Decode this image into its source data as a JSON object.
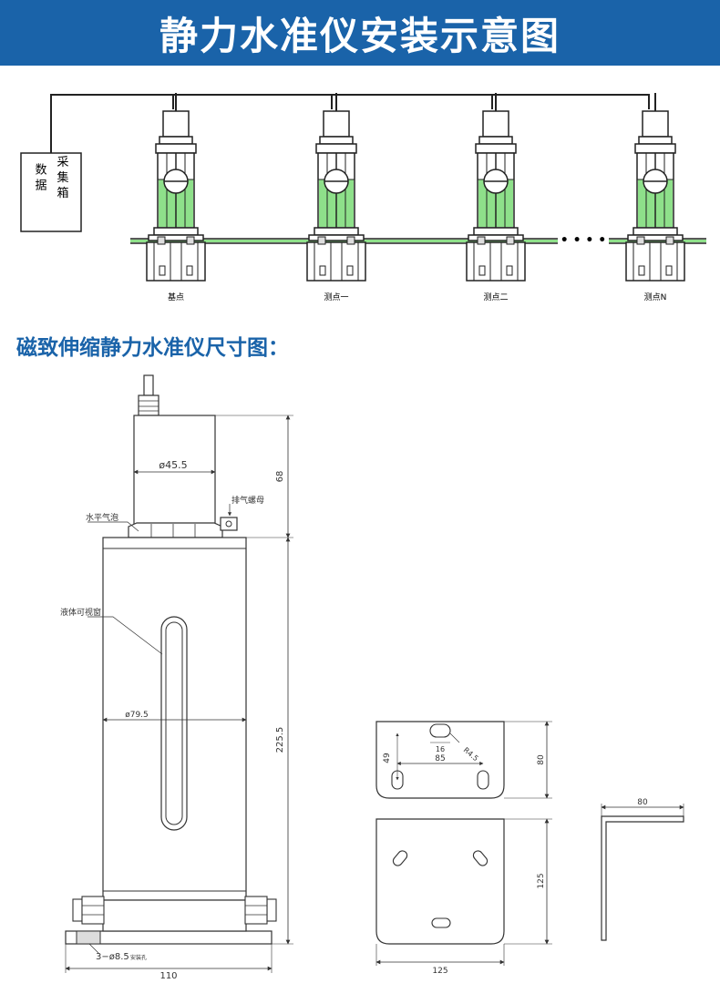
{
  "banner": {
    "title": "静力水准仪安装示意图"
  },
  "install": {
    "collector_label_1": "采集箱",
    "collector_label_2": "数据",
    "points": [
      "基点",
      "测点一",
      "测点二",
      "测点N"
    ],
    "ellipsis": "• • • •"
  },
  "section": {
    "title": "磁致伸缩静力水准仪尺寸图："
  },
  "sensor": {
    "head_diameter": "ø45.5",
    "head_height": "68",
    "vent_nut": "排气螺母",
    "level_bubble": "水平气泡",
    "sight_window": "液体可视窗",
    "body_diameter": "ø79.5",
    "body_height": "225.5",
    "holes": "3−ø8.5",
    "holes_note": "安装孔",
    "base_width": "110"
  },
  "bracket": {
    "slot_d": "R4.5",
    "slot_w": "16",
    "hole_spacing": "85",
    "hole_offset": "49",
    "top_height": "80",
    "plate_height": "125",
    "plate_width": "125",
    "angle_width": "80"
  },
  "colors": {
    "banner": "#1a63a9",
    "liquid": "#8ee08a",
    "line": "#333333"
  }
}
